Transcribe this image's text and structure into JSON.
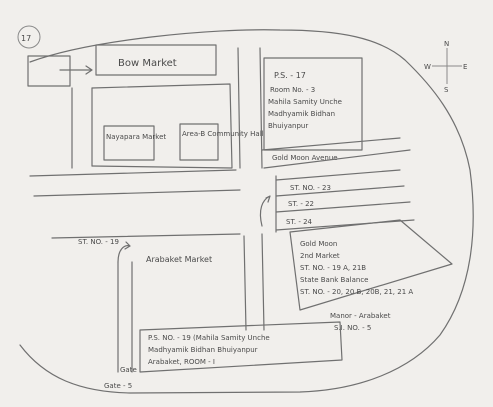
{
  "sheet": {
    "page_number": "17"
  },
  "compass": {
    "north": "N",
    "south": "S",
    "east": "E",
    "west": "W"
  },
  "places": {
    "bow_market": "Bow Market",
    "nayapara_market": "Nayapara Market",
    "block_a": "Area-B Community Hall",
    "ps_title": "P.S. - 17",
    "ps_room": "Room No. - 3",
    "ps_line3": "Mahila Samity Unche",
    "ps_line4": "Madhyamik Bidhan",
    "ps_line5": "Bhuiyanpur",
    "main_avenue": "Gold Moon Avenue",
    "street_23": "ST. NO. - 23",
    "street_22": "ST. - 22",
    "street_24": "ST. - 24",
    "street_19": "ST. NO. - 19",
    "arabaket_market": "Arabaket Market",
    "gold_moon_title": "Gold Moon",
    "gold_moon_line2": "2nd Market",
    "gold_moon_line3": "ST. NO. - 19 A, 21B",
    "gold_moon_line4": "State Bank Balance",
    "gold_moon_line5": "ST. NO. - 20, 20 B, 20B, 21, 21 A",
    "manor_line1": "Manor - Arabaket",
    "manor_line2": "S.I. NO. - 5",
    "footer_line1": "P.S. NO. - 19 (Mahila Samity Unche",
    "footer_line2": "Madhyamik Bidhan Bhuiyanpur",
    "footer_line3": "Arabaket, ROOM - I",
    "gate_label": "Gate - 5",
    "gate_tag": "Gate"
  }
}
